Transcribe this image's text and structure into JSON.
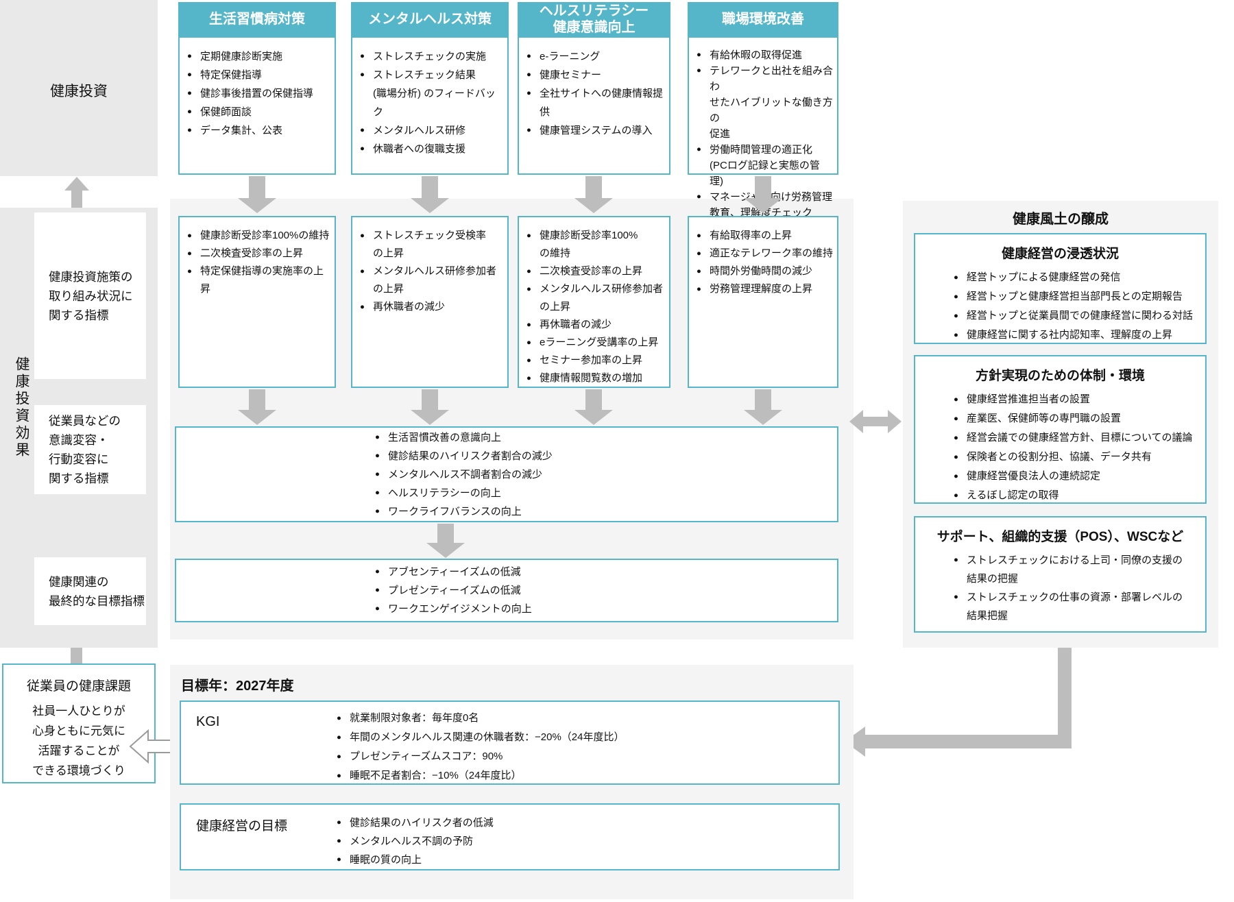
{
  "colors": {
    "teal": "#55b6ca",
    "band_gray": "#e9e9e9",
    "panel_gray": "#f4f4f4",
    "arrow_gray": "#bdbdbd"
  },
  "left": {
    "investment_label": "健康投資",
    "effect_label": "健康投資効果",
    "metric_boxes": [
      {
        "lines": [
          "健康投資施策の",
          "取り組み状況に",
          "関する指標"
        ]
      },
      {
        "lines": [
          "従業員などの",
          "意識変容・",
          "行動変容に",
          "関する指標"
        ]
      },
      {
        "lines": [
          "健康関連の",
          "最終的な目標指標"
        ]
      }
    ],
    "challenge_box": {
      "title": "従業員の健康課題",
      "lines": [
        "社員一人ひとりが",
        "心身ともに元気に",
        "活躍することが",
        "できる環境づくり"
      ]
    }
  },
  "columns": [
    {
      "header_lines": [
        "生活習慣病対策"
      ],
      "actions": [
        [
          "定期健康診断実施"
        ],
        [
          "特定保健指導"
        ],
        [
          "健診事後措置の保健指導"
        ],
        [
          "保健師面談"
        ],
        [
          "データ集計、公表"
        ]
      ],
      "outcomes": [
        [
          "健康診断受診率100%の維持"
        ],
        [
          "二次検査受診率の上昇"
        ],
        [
          "特定保健指導の実施率の上昇"
        ]
      ]
    },
    {
      "header_lines": [
        "メンタルヘルス対策"
      ],
      "actions": [
        [
          "ストレスチェックの実施"
        ],
        [
          "ストレスチェック結果",
          "(職場分析) のフィードバック"
        ],
        [
          "メンタルヘルス研修"
        ],
        [
          "休職者への復職支援"
        ]
      ],
      "outcomes": [
        [
          "ストレスチェック受検率",
          "の上昇"
        ],
        [
          "メンタルヘルス研修参加者",
          "の上昇"
        ],
        [
          "再休職者の減少"
        ]
      ]
    },
    {
      "header_lines": [
        "ヘルスリテラシー",
        "健康意識向上"
      ],
      "actions": [
        [
          "e-ラーニング"
        ],
        [
          "健康セミナー"
        ],
        [
          "全社サイトへの健康情報提供"
        ],
        [
          "健康管理システムの導入"
        ]
      ],
      "outcomes": [
        [
          "健康診断受診率100%",
          "の維持"
        ],
        [
          "二次検査受診率の上昇"
        ],
        [
          "メンタルヘルス研修参加者",
          "の上昇"
        ],
        [
          "再休職者の減少"
        ],
        [
          "eラーニング受講率の上昇"
        ],
        [
          "セミナー参加率の上昇"
        ],
        [
          "健康情報閲覧数の増加"
        ]
      ]
    },
    {
      "header_lines": [
        "職場環境改善"
      ],
      "actions": [
        [
          "有給休暇の取得促進"
        ],
        [
          "テレワークと出社を組み合わ",
          "せたハイブリットな働き方の",
          "促進"
        ],
        [
          "労働時間管理の適正化",
          "(PCログ記録と実態の管理)"
        ],
        [
          "マネージャー向け労務管理",
          "教育、理解度チェック"
        ]
      ],
      "outcomes": [
        [
          "有給取得率の上昇"
        ],
        [
          "適正なテレワーク率の維持"
        ],
        [
          "時間外労働時間の減少"
        ],
        [
          "労務管理理解度の上昇"
        ]
      ]
    }
  ],
  "mid_boxes": [
    {
      "items": [
        [
          "生活習慣改善の意識向上"
        ],
        [
          "健診結果のハイリスク者割合の減少"
        ],
        [
          "メンタルヘルス不調者割合の減少"
        ],
        [
          "ヘルスリテラシーの向上"
        ],
        [
          "ワークライフバランスの向上"
        ]
      ]
    },
    {
      "items": [
        [
          "アブセンティーイズムの低減"
        ],
        [
          "プレゼンティーイズムの低減"
        ],
        [
          "ワークエンゲイジメントの向上"
        ]
      ]
    }
  ],
  "right_panel": {
    "title": "健康風土の醸成",
    "boxes": [
      {
        "heading": "健康経営の浸透状況",
        "items": [
          [
            "経営トップによる健康経営の発信"
          ],
          [
            "経営トップと健康経営担当部門長との定期報告"
          ],
          [
            "経営トップと従業員間での健康経営に関わる対話"
          ],
          [
            "健康経営に関する社内認知率、理解度の上昇"
          ]
        ]
      },
      {
        "heading": "方針実現のための体制・環境",
        "items": [
          [
            "健康経営推進担当者の設置"
          ],
          [
            "産業医、保健師等の専門職の設置"
          ],
          [
            "経営会議での健康経営方針、目標についての議論"
          ],
          [
            "保険者との役割分担、協議、データ共有"
          ],
          [
            "健康経営優良法人の連続認定"
          ],
          [
            "えるぼし認定の取得"
          ]
        ]
      },
      {
        "heading": "サポート、組織的支援（POS）、WSCなど",
        "items": [
          [
            "ストレスチェックにおける上司・同僚の支援の",
            "結果の把握"
          ],
          [
            "ストレスチェックの仕事の資源・部署レベルの",
            "結果把握"
          ]
        ]
      }
    ]
  },
  "goal_section": {
    "target_year": "目標年：2027年度",
    "kgi": {
      "label": "KGI",
      "items": [
        [
          "就業制限対象者：毎年度0名"
        ],
        [
          "年間のメンタルヘルス関連の休職者数：−20%（24年度比）"
        ],
        [
          "プレゼンティーズムスコア：90%"
        ],
        [
          "睡眠不足者割合：−10%（24年度比）"
        ]
      ]
    },
    "goals": {
      "label": "健康経営の目標",
      "items": [
        [
          "健診結果のハイリスク者の低減"
        ],
        [
          "メンタルヘルス不調の予防"
        ],
        [
          "睡眠の質の向上"
        ]
      ]
    }
  }
}
